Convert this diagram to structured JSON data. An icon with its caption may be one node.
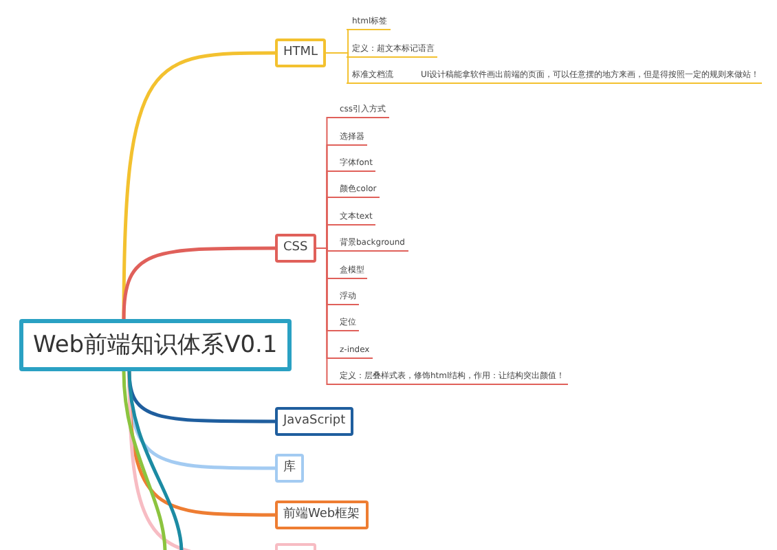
{
  "diagram": {
    "nodes": [
      {
        "text": [
          "Web前端知识体系V0.1"
        ]
      },
      {
        "text": [
          "HTML"
        ]
      },
      {
        "text": [
          "html标签"
        ]
      },
      {
        "text": [
          "定义：超文本标记语言"
        ]
      },
      {
        "text": [
          "标准文档流",
          "UI设计稿能拿软件画出前端的页面，可以任意摆的地方来画，但是得按照一定的规则来做站！"
        ]
      },
      {
        "text": [
          "CSS"
        ]
      },
      {
        "text": [
          "css引入方式"
        ]
      },
      {
        "text": [
          "选择器"
        ]
      },
      {
        "text": [
          "字体font"
        ]
      },
      {
        "text": [
          "颜色color"
        ]
      },
      {
        "text": [
          "文本text"
        ]
      },
      {
        "text": [
          "背景background"
        ]
      },
      {
        "text": [
          "盒模型"
        ]
      },
      {
        "text": [
          "浮动"
        ]
      },
      {
        "text": [
          "定位"
        ]
      },
      {
        "text": [
          "z-index"
        ]
      },
      {
        "text": [
          "定义：层叠样式表，修饰html结构，作用：让结构突出颜值！"
        ]
      },
      {
        "text": [
          "JavaScript"
        ]
      },
      {
        "text": [
          "库"
        ]
      },
      {
        "text": [
          "前端Web框架"
        ]
      },
      {
        "text": [],
        "shape": "box"
      }
    ],
    "edges": [
      {
        "from": 0,
        "to": 1,
        "arrow": "none",
        "style": "thick",
        "color": "#f3c12f"
      },
      {
        "from": 1,
        "to": 2,
        "arrow": "none",
        "color": "#f3c12f"
      },
      {
        "from": 1,
        "to": 3,
        "arrow": "none",
        "color": "#f3c12f"
      },
      {
        "from": 1,
        "to": 4,
        "arrow": "none",
        "color": "#f3c12f"
      },
      {
        "from": 0,
        "to": 5,
        "arrow": "none",
        "style": "thick",
        "color": "#e0605a"
      },
      {
        "from": 5,
        "to": 6,
        "arrow": "none",
        "color": "#e0605a"
      },
      {
        "from": 5,
        "to": 7,
        "arrow": "none",
        "color": "#e0605a"
      },
      {
        "from": 5,
        "to": 8,
        "arrow": "none",
        "color": "#e0605a"
      },
      {
        "from": 5,
        "to": 9,
        "arrow": "none",
        "color": "#e0605a"
      },
      {
        "from": 5,
        "to": 10,
        "arrow": "none",
        "color": "#e0605a"
      },
      {
        "from": 5,
        "to": 11,
        "arrow": "none",
        "color": "#e0605a"
      },
      {
        "from": 5,
        "to": 12,
        "arrow": "none",
        "color": "#e0605a"
      },
      {
        "from": 5,
        "to": 13,
        "arrow": "none",
        "color": "#e0605a"
      },
      {
        "from": 5,
        "to": 14,
        "arrow": "none",
        "color": "#e0605a"
      },
      {
        "from": 5,
        "to": 15,
        "arrow": "none",
        "color": "#e0605a"
      },
      {
        "from": 5,
        "to": 16,
        "arrow": "none",
        "color": "#e0605a"
      },
      {
        "from": 0,
        "to": 17,
        "arrow": "none",
        "style": "thick",
        "color": "#1f5e9e"
      },
      {
        "from": 0,
        "to": 18,
        "arrow": "none",
        "style": "thick",
        "color": "#a3cbf2"
      },
      {
        "from": 0,
        "to": 19,
        "arrow": "none",
        "style": "thick",
        "color": "#ee7d32"
      },
      {
        "from": 0,
        "to": 20,
        "arrow": "none",
        "style": "thick",
        "color": "#f7bcc3"
      },
      {
        "from": 0,
        "to": null,
        "arrow": "none",
        "style": "thick",
        "color": "#8cc43f"
      },
      {
        "from": 0,
        "to": null,
        "arrow": "none",
        "style": "thick",
        "color": "#1c8ba3"
      }
    ]
  }
}
